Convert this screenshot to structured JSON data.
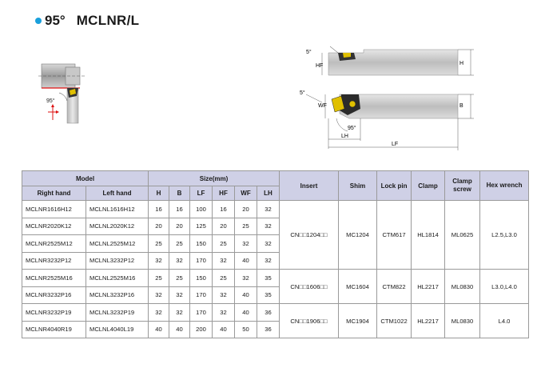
{
  "header": {
    "angle": "95°",
    "model_code": "MCLNR/L"
  },
  "diagram_left": {
    "angle_label": "95°"
  },
  "diagram_right": {
    "top_angle": "5°",
    "hf": "HF",
    "h": "H",
    "side_angle": "5°",
    "wf": "WF",
    "b": "B",
    "bottom_angle": "95°",
    "lh": "LH",
    "lf": "LF"
  },
  "table": {
    "group_model": "Model",
    "group_size": "Size(mm)",
    "col_right": "Right hand",
    "col_left": "Left hand",
    "size_cols": [
      "H",
      "B",
      "LF",
      "HF",
      "WF",
      "LH"
    ],
    "col_insert": "Insert",
    "col_shim": "Shim",
    "col_lockpin": "Lock pin",
    "col_clamp": "Clamp",
    "col_clampscrew": "Clamp screw",
    "col_hexwrench": "Hex wrench",
    "rows": [
      {
        "right": "MCLNR1616H12",
        "left": "MCLNL1616H12",
        "size": [
          "16",
          "16",
          "100",
          "16",
          "20",
          "32"
        ]
      },
      {
        "right": "MCLNR2020K12",
        "left": "MCLNL2020K12",
        "size": [
          "20",
          "20",
          "125",
          "20",
          "25",
          "32"
        ]
      },
      {
        "right": "MCLNR2525M12",
        "left": "MCLNL2525M12",
        "size": [
          "25",
          "25",
          "150",
          "25",
          "32",
          "32"
        ]
      },
      {
        "right": "MCLNR3232P12",
        "left": "MCLNL3232P12",
        "size": [
          "32",
          "32",
          "170",
          "32",
          "40",
          "32"
        ]
      },
      {
        "right": "MCLNR2525M16",
        "left": "MCLNL2525M16",
        "size": [
          "25",
          "25",
          "150",
          "25",
          "32",
          "35"
        ]
      },
      {
        "right": "MCLNR3232P16",
        "left": "MCLNL3232P16",
        "size": [
          "32",
          "32",
          "170",
          "32",
          "40",
          "35"
        ]
      },
      {
        "right": "MCLNR3232P19",
        "left": "MCLNL3232P19",
        "size": [
          "32",
          "32",
          "170",
          "32",
          "40",
          "36"
        ]
      },
      {
        "right": "MCLNR4040R19",
        "left": "MCLNL4040L19",
        "size": [
          "40",
          "40",
          "200",
          "40",
          "50",
          "36"
        ]
      }
    ],
    "groups": [
      {
        "insert": "CN□□1204□□",
        "shim": "MC1204",
        "lockpin": "CTM617",
        "clamp": "HL1814",
        "clampscrew": "ML0625",
        "hexwrench": "L2.5,L3.0"
      },
      {
        "insert": "CN□□1606□□",
        "shim": "MC1604",
        "lockpin": "CTM822",
        "clamp": "HL2217",
        "clampscrew": "ML0830",
        "hexwrench": "L3.0,L4.0"
      },
      {
        "insert": "CN□□1906□□",
        "shim": "MC1904",
        "lockpin": "CTM1022",
        "clamp": "HL2217",
        "clampscrew": "ML0830",
        "hexwrench": "L4.0"
      }
    ]
  }
}
